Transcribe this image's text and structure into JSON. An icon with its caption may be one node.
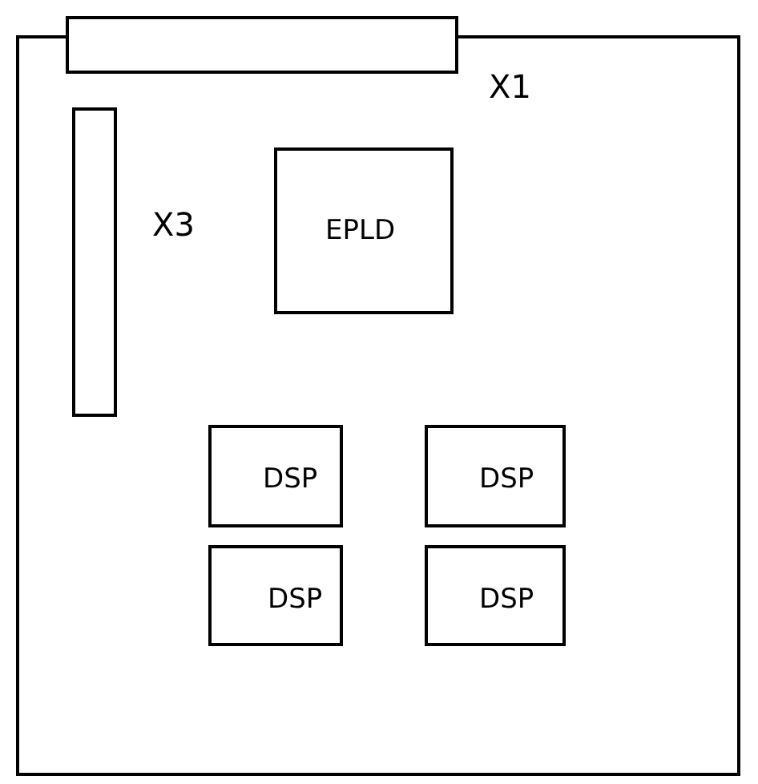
{
  "diagram": {
    "nodes": [
      {
        "text": [],
        "shape": "box"
      },
      {
        "text": [],
        "shape": "bar",
        "beside": [
          "X1"
        ]
      },
      {
        "text": [],
        "shape": "bar",
        "beside": [
          "X3"
        ],
        "in": 0
      },
      {
        "text": [
          "EPLD"
        ],
        "in": 0
      },
      {
        "text": [
          "DSP"
        ],
        "in": 0
      },
      {
        "text": [
          "DSP"
        ],
        "in": 0
      },
      {
        "text": [
          "DSP"
        ],
        "in": 0
      },
      {
        "text": [
          "DSP"
        ],
        "in": 0
      }
    ]
  }
}
